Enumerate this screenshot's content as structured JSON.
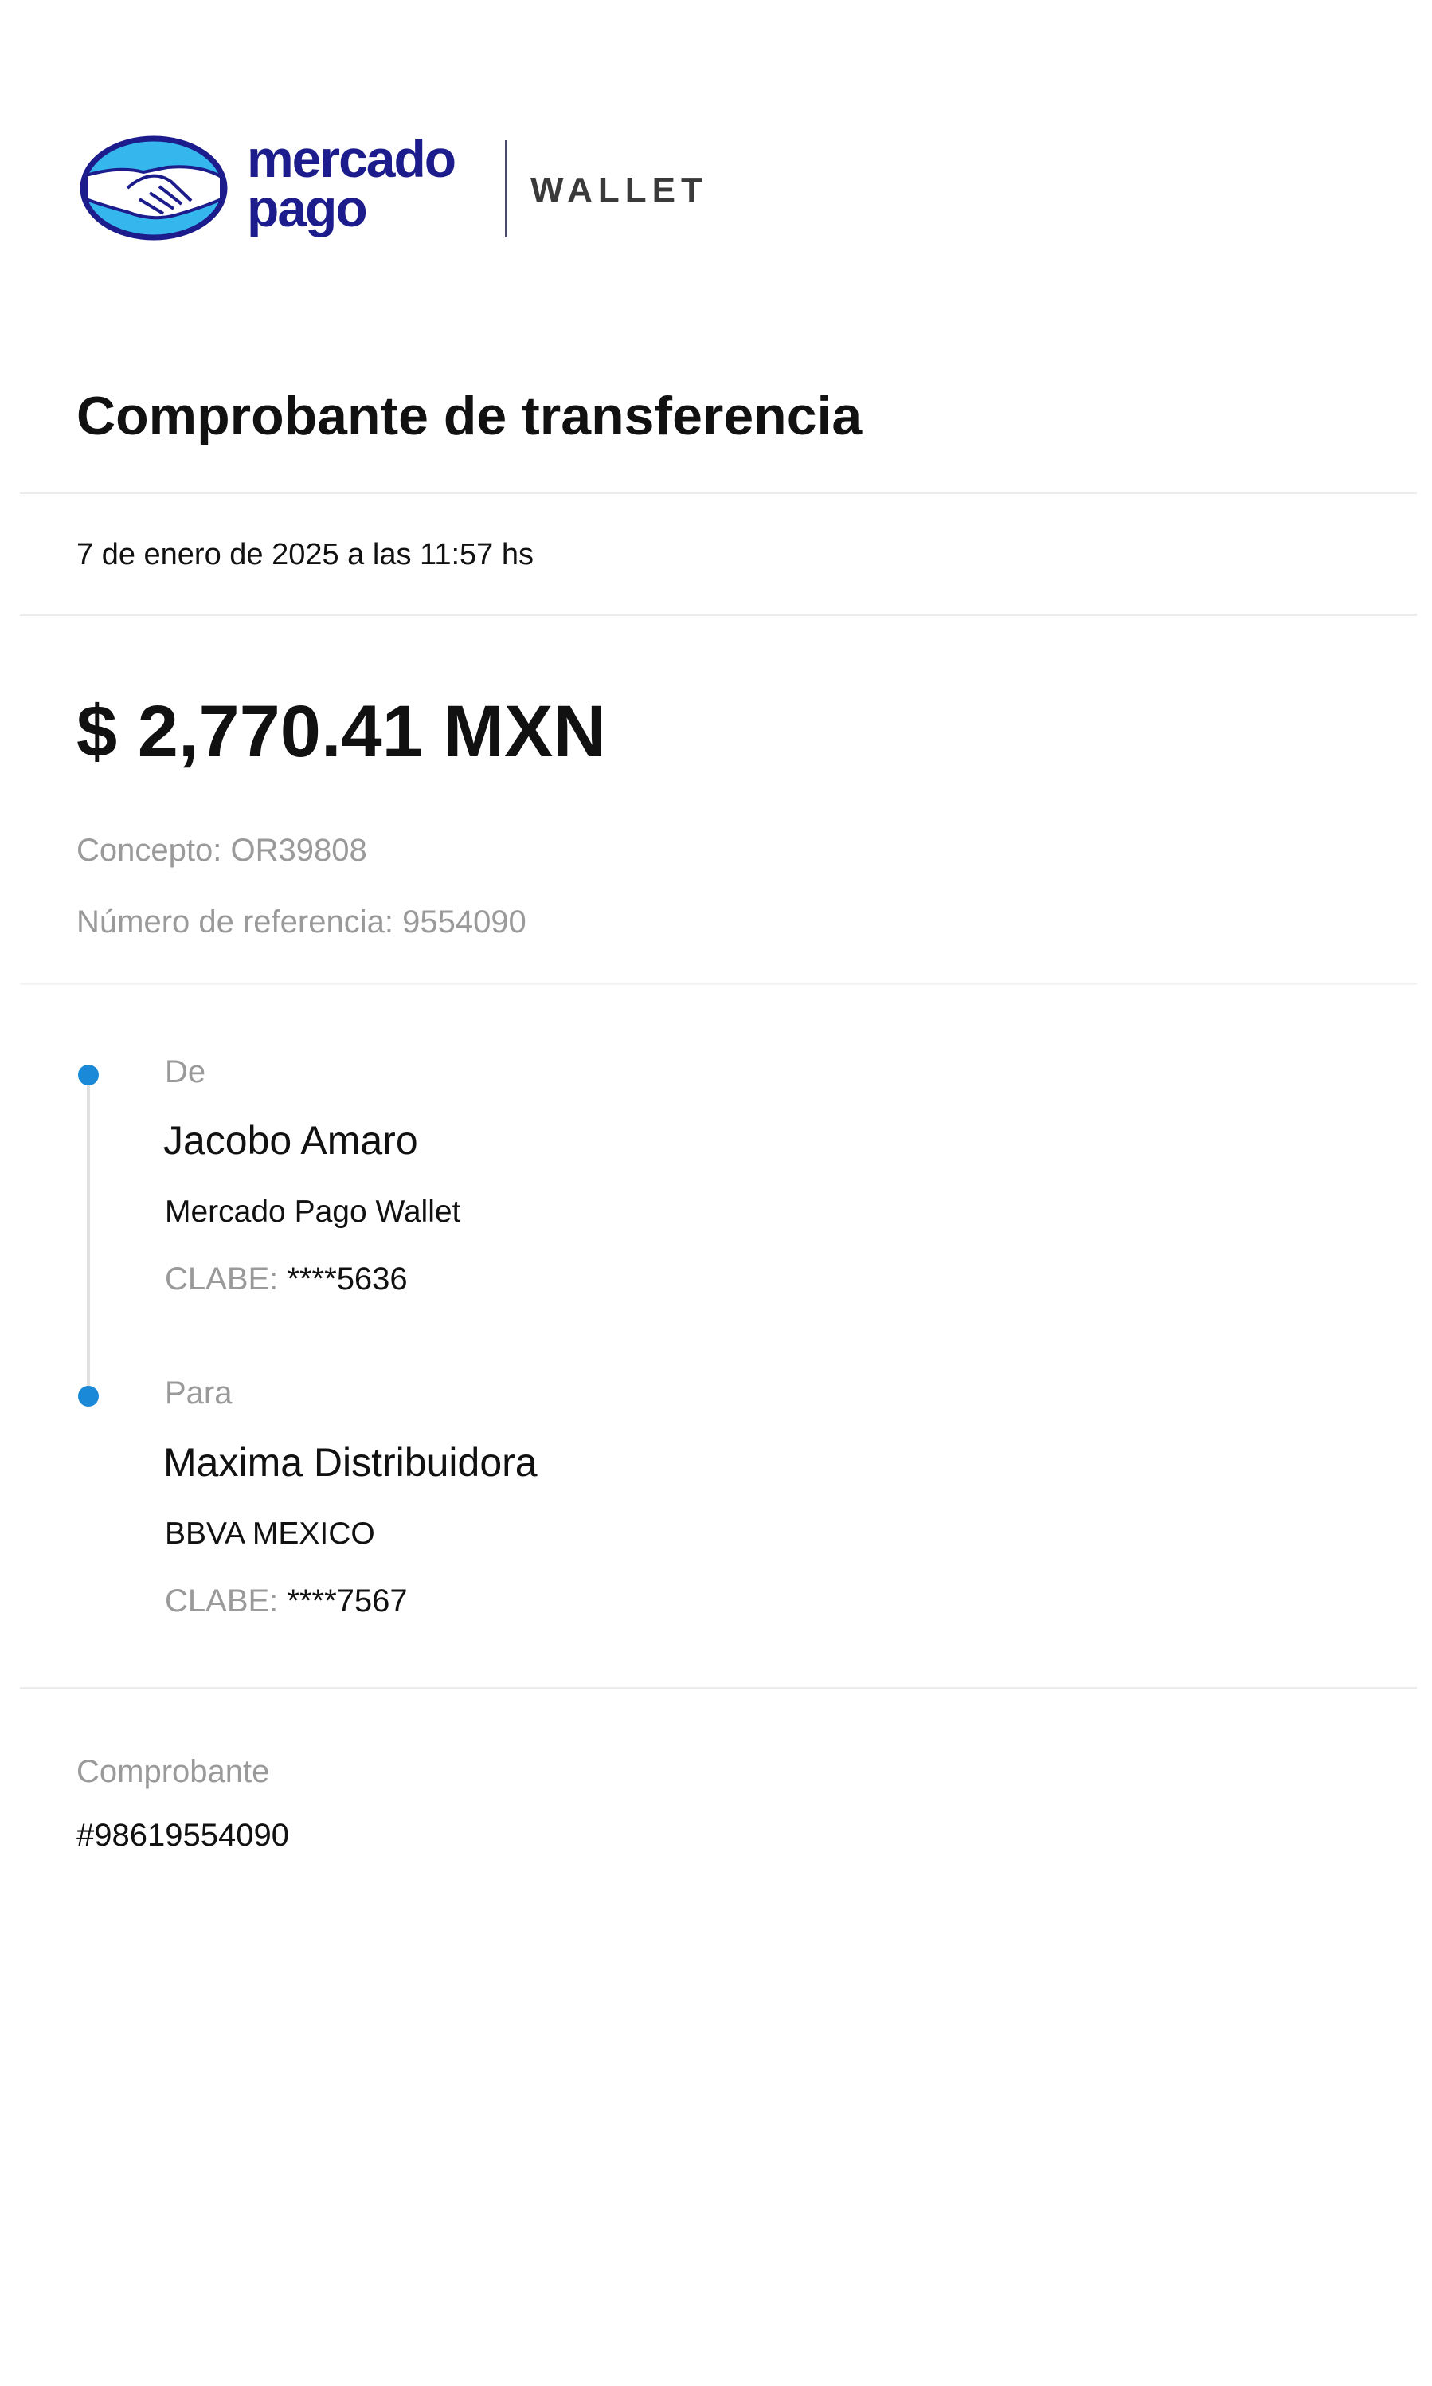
{
  "logo": {
    "brand_line1": "mercado",
    "brand_line2": "pago",
    "product": "WALLET"
  },
  "title": "Comprobante de transferencia",
  "date": "7 de enero de 2025 a las 11:57 hs",
  "amount": "$ 2,770.41 MXN",
  "concept": "Concepto: OR39808",
  "reference": "Número de referencia: 9554090",
  "from": {
    "label": "De",
    "name": "Jacobo Amaro",
    "institution": "Mercado Pago Wallet",
    "clabe_label": "CLABE:",
    "clabe_value": "****5636"
  },
  "to": {
    "label": "Para",
    "name": "Maxima Distribuidora",
    "institution": "BBVA MEXICO",
    "clabe_label": "CLABE:",
    "clabe_value": "****7567"
  },
  "receipt": {
    "label": "Comprobante",
    "number": "#98619554090"
  },
  "colors": {
    "brand_navy": "#1c1c8c",
    "brand_light_blue": "#35b6ec",
    "timeline_dot": "#1a8ad8"
  }
}
